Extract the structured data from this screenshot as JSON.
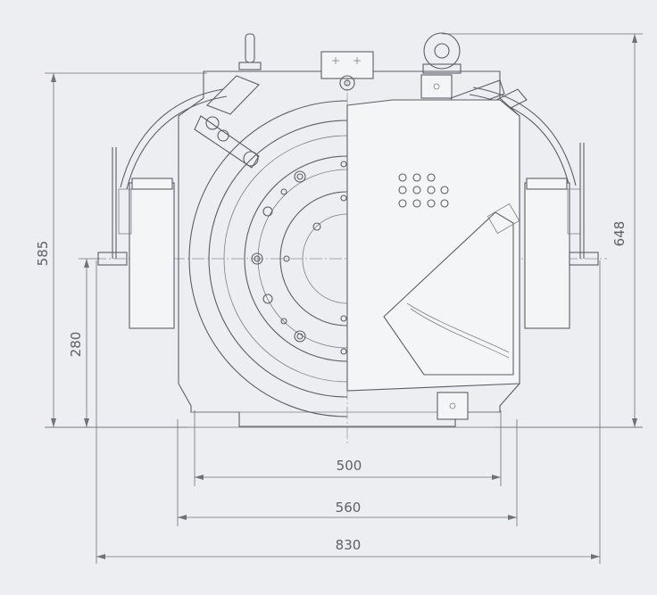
{
  "dimensions": {
    "overall_height": "648",
    "machine_height": "585",
    "shaft_height": "280",
    "inner_width": "500",
    "mid_width": "560",
    "overall_width": "830"
  },
  "colors": {
    "background": "#eceef1",
    "line": "#5a5f66",
    "dimension": "#6d737b"
  }
}
